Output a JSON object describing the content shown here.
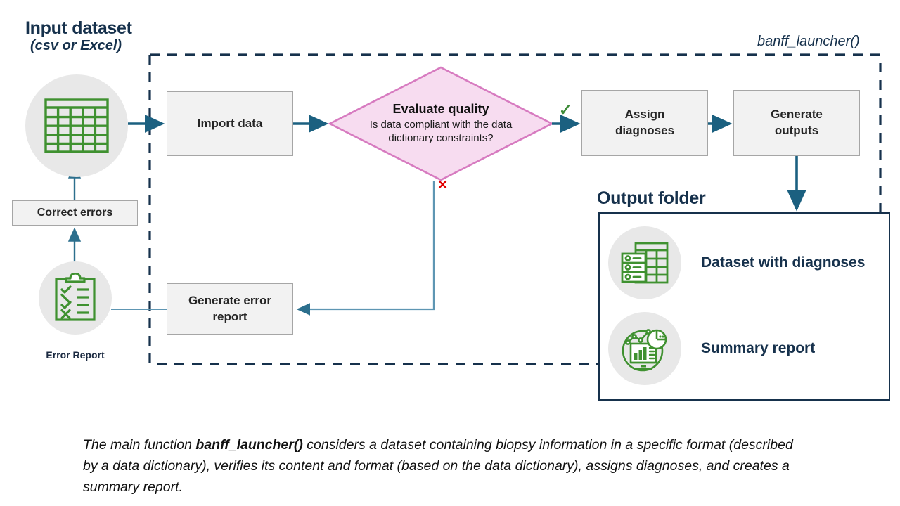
{
  "diagram": {
    "title": "banff_launcher() workflow",
    "input": {
      "title": "Input dataset",
      "subtitle": "(csv or Excel)",
      "icon": "spreadsheet-table-icon"
    },
    "container_label": "banff_launcher()",
    "process_boxes": [
      {
        "id": "import-data",
        "label": "Import data"
      },
      {
        "id": "assign-diagnoses",
        "label": "Assign\ndiagnoses",
        "line1": "Assign",
        "line2": "diagnoses"
      },
      {
        "id": "generate-outputs",
        "label": "Generate\noutputs",
        "line1": "Generate",
        "line2": "outputs"
      },
      {
        "id": "generate-error-report",
        "label": "Generate error\nreport",
        "line1": "Generate error",
        "line2": "report"
      },
      {
        "id": "correct-errors",
        "label": "Correct errors"
      }
    ],
    "decision": {
      "title": "Evaluate quality",
      "question": "Is data compliant with the data dictionary constraints?",
      "yes_marker": "✓",
      "no_marker": "✕",
      "yes_color": "#3d8b37",
      "no_color": "#e00000",
      "fill": "#f7dcf0",
      "stroke": "#d77bc0"
    },
    "error_report": {
      "label": "Error Report",
      "icon": "clipboard-checklist-icon"
    },
    "output": {
      "title": "Output folder",
      "items": [
        {
          "id": "dataset-with-diagnoses",
          "label": "Dataset with diagnoses",
          "icon": "dataset-table-icon"
        },
        {
          "id": "summary-report",
          "label": "Summary report",
          "icon": "chart-dashboard-icon"
        }
      ]
    },
    "caption": {
      "part1": "The main function ",
      "bold": "banff_launcher()",
      "part2": " considers a dataset containing biopsy information in a specific format (described by a data dictionary), verifies its content and format (based on the data dictionary), assigns diagnoses, and creates a summary report."
    },
    "colors": {
      "arrow": "#1b6080",
      "arrow_light": "#5e96b3",
      "navy": "#16314c",
      "box_fill": "#f2f2f2",
      "box_stroke": "#a6a6a6",
      "icon_green": "#3f9130",
      "circle_fill": "#e8e8e8",
      "diamond_fill": "#f7dcf0",
      "diamond_stroke": "#d77bc0"
    }
  }
}
